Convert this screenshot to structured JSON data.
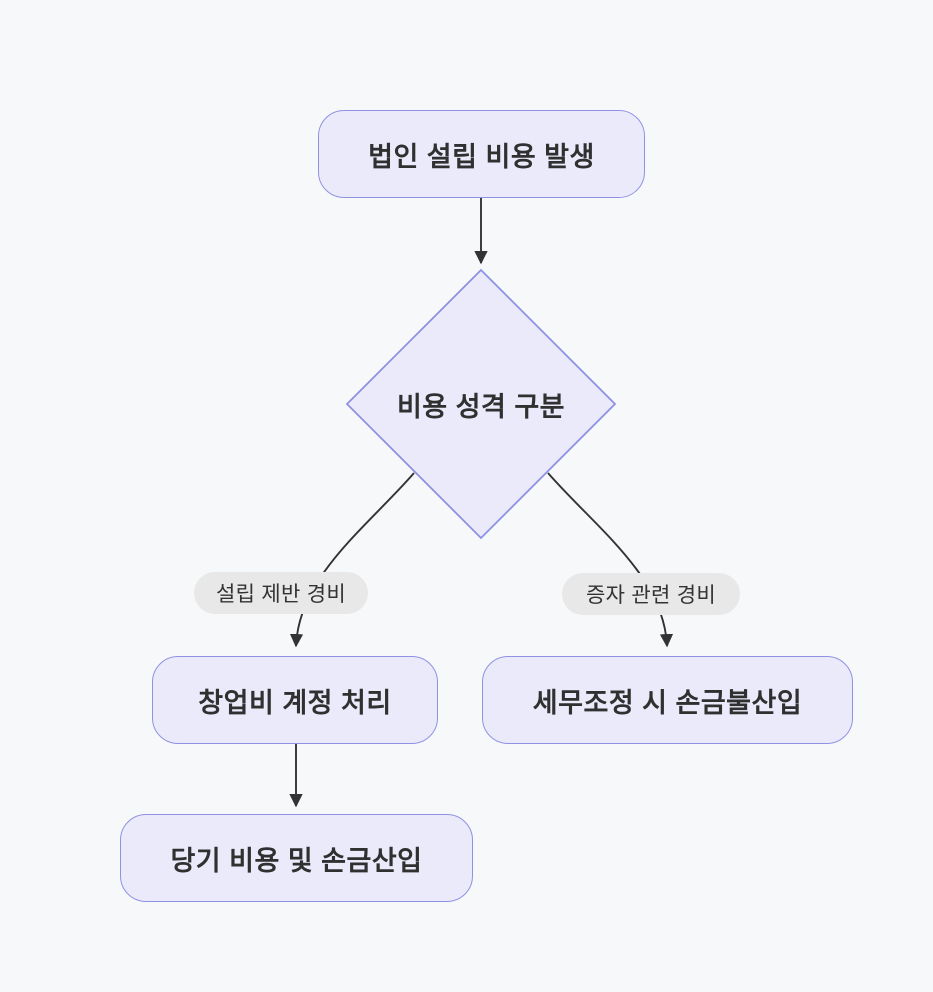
{
  "diagram": {
    "type": "flowchart",
    "direction": "top-down",
    "nodes": {
      "start": {
        "label": "법인 설립 비용 발생",
        "shape": "rounded-rect"
      },
      "decision": {
        "label": "비용 성격 구분",
        "shape": "diamond"
      },
      "startup_cost": {
        "label": "창업비 계정 처리",
        "shape": "rounded-rect"
      },
      "tax_adjustment": {
        "label": "세무조정 시 손금불산입",
        "shape": "rounded-rect"
      },
      "current_expense": {
        "label": "당기 비용 및 손금산입",
        "shape": "rounded-rect"
      }
    },
    "edges": [
      {
        "from": "start",
        "to": "decision",
        "label": ""
      },
      {
        "from": "decision",
        "to": "startup_cost",
        "label": "설립 제반 경비"
      },
      {
        "from": "decision",
        "to": "tax_adjustment",
        "label": "증자 관련 경비"
      },
      {
        "from": "startup_cost",
        "to": "current_expense",
        "label": ""
      }
    ]
  },
  "theme": {
    "background": "#f7f8fa",
    "node_fill": "#eaeafb",
    "node_border": "#8f92e3",
    "node_text": "#303030",
    "edge_color": "#333333",
    "edge_label_fill": "#e8e8e8",
    "edge_label_text": "#333333"
  }
}
